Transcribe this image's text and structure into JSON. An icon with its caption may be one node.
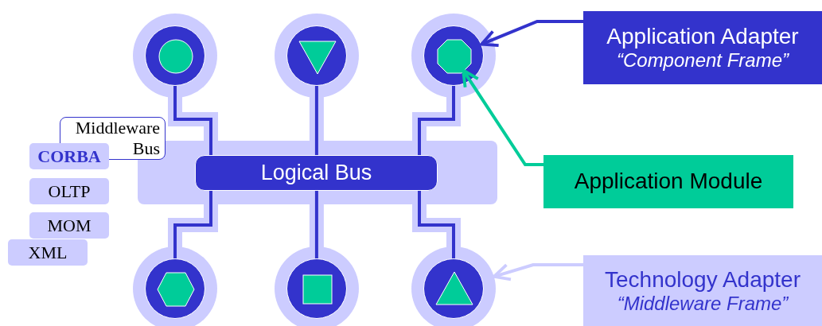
{
  "diagram": {
    "nodes": [
      {
        "text": [],
        "shape": "circle"
      },
      {
        "text": [],
        "shape": "circle",
        "in": 0
      },
      {
        "text": [],
        "shape": "circle",
        "in": 1
      },
      {
        "text": [],
        "shape": "circle"
      },
      {
        "text": [],
        "shape": "circle",
        "in": 3
      },
      {
        "text": [],
        "shape": "triangle",
        "in": 4
      },
      {
        "text": [],
        "shape": "circle"
      },
      {
        "text": [],
        "shape": "circle",
        "in": 6
      },
      {
        "text": [],
        "shape": "octagon",
        "in": 7
      },
      {
        "text": [
          "Application Adapter",
          "“Component Frame”"
        ]
      },
      {
        "text": [
          "Middleware Bus"
        ]
      },
      {
        "text": [
          "Logical Bus"
        ],
        "in": 10
      },
      {
        "text": [
          "CORBA"
        ]
      },
      {
        "text": [
          "OLTP"
        ]
      },
      {
        "text": [
          "MOM"
        ]
      },
      {
        "text": [
          "XML"
        ]
      },
      {
        "text": [
          "Application Module"
        ]
      },
      {
        "text": [],
        "shape": "circle"
      },
      {
        "text": [],
        "shape": "circle",
        "in": 17
      },
      {
        "text": [],
        "shape": "hexagon",
        "in": 18
      },
      {
        "text": [],
        "shape": "circle"
      },
      {
        "text": [],
        "shape": "circle",
        "in": 20
      },
      {
        "text": [],
        "shape": "box",
        "in": 21
      },
      {
        "text": [],
        "shape": "circle"
      },
      {
        "text": [],
        "shape": "circle",
        "in": 23
      },
      {
        "text": [],
        "shape": "triangle",
        "in": 24
      },
      {
        "text": [
          "Technology Adapter",
          "“Middleware Frame”"
        ]
      }
    ],
    "edges": [
      {
        "from": 1,
        "to": 11,
        "arrow": "none"
      },
      {
        "from": 4,
        "to": 11,
        "arrow": "none"
      },
      {
        "from": 7,
        "to": 11,
        "arrow": "none"
      },
      {
        "from": 18,
        "to": 11,
        "arrow": "none"
      },
      {
        "from": 21,
        "to": 11,
        "arrow": "none"
      },
      {
        "from": 24,
        "to": 11,
        "arrow": "none"
      },
      {
        "from": 9,
        "to": 7,
        "arrow": "to"
      },
      {
        "from": 16,
        "to": 8,
        "arrow": "to",
        "color": "#00cc99"
      },
      {
        "from": 26,
        "to": 23,
        "arrow": "to",
        "color": "#ccccff"
      }
    ]
  }
}
